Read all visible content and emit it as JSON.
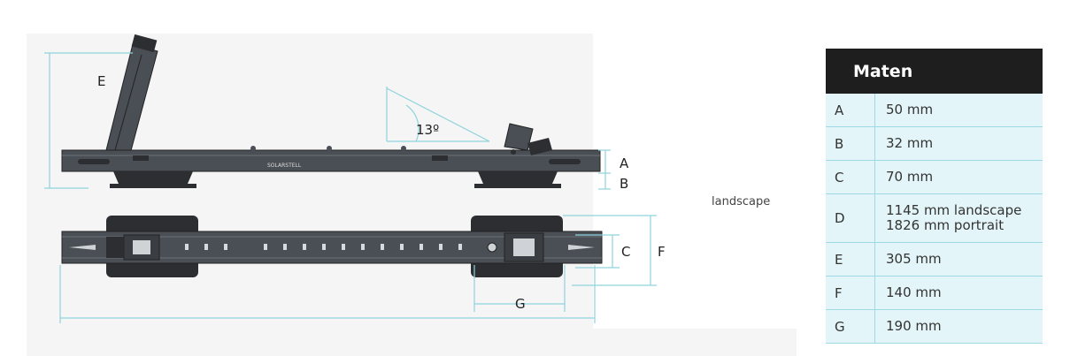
{
  "diagram": {
    "angle_label": "13º",
    "labels": {
      "E": "E",
      "A": "A",
      "B": "B",
      "C": "C",
      "F": "F",
      "G": "G"
    },
    "brand": "SOLARSTELL",
    "note": "landscape"
  },
  "table": {
    "title": "Maten",
    "rows": [
      {
        "key": "A",
        "value": "50 mm"
      },
      {
        "key": "B",
        "value": "32 mm"
      },
      {
        "key": "C",
        "value": "70 mm"
      },
      {
        "key": "D",
        "value": "1145 mm landscape",
        "value2": "1826 mm portrait"
      },
      {
        "key": "E",
        "value": "305 mm"
      },
      {
        "key": "F",
        "value": "140 mm"
      },
      {
        "key": "G",
        "value": "190 mm"
      }
    ]
  },
  "colors": {
    "rail": "#4a4f55",
    "base": "#2c2e31",
    "dim_line": "#8fd3dd",
    "table_header": "#1e1e1e",
    "table_row": "#e3f5f8"
  }
}
